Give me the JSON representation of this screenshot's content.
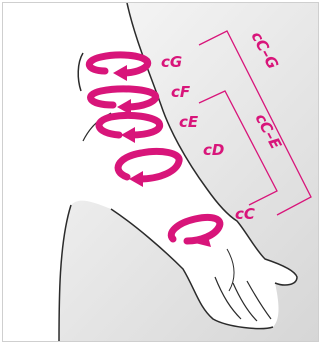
{
  "colors": {
    "accent": "#d8157a",
    "background_light": "#fbfbfb",
    "background_dark": "#d9d9d9",
    "outline": "#2b2b2b"
  },
  "measurements": [
    {
      "id": "cG",
      "label": "cG"
    },
    {
      "id": "cF",
      "label": "cF"
    },
    {
      "id": "cE",
      "label": "cE"
    },
    {
      "id": "cD",
      "label": "cD"
    },
    {
      "id": "cC",
      "label": "cC"
    }
  ],
  "ranges": [
    {
      "id": "cC-G",
      "label": "cC–G"
    },
    {
      "id": "cC-E",
      "label": "cC–E"
    }
  ]
}
